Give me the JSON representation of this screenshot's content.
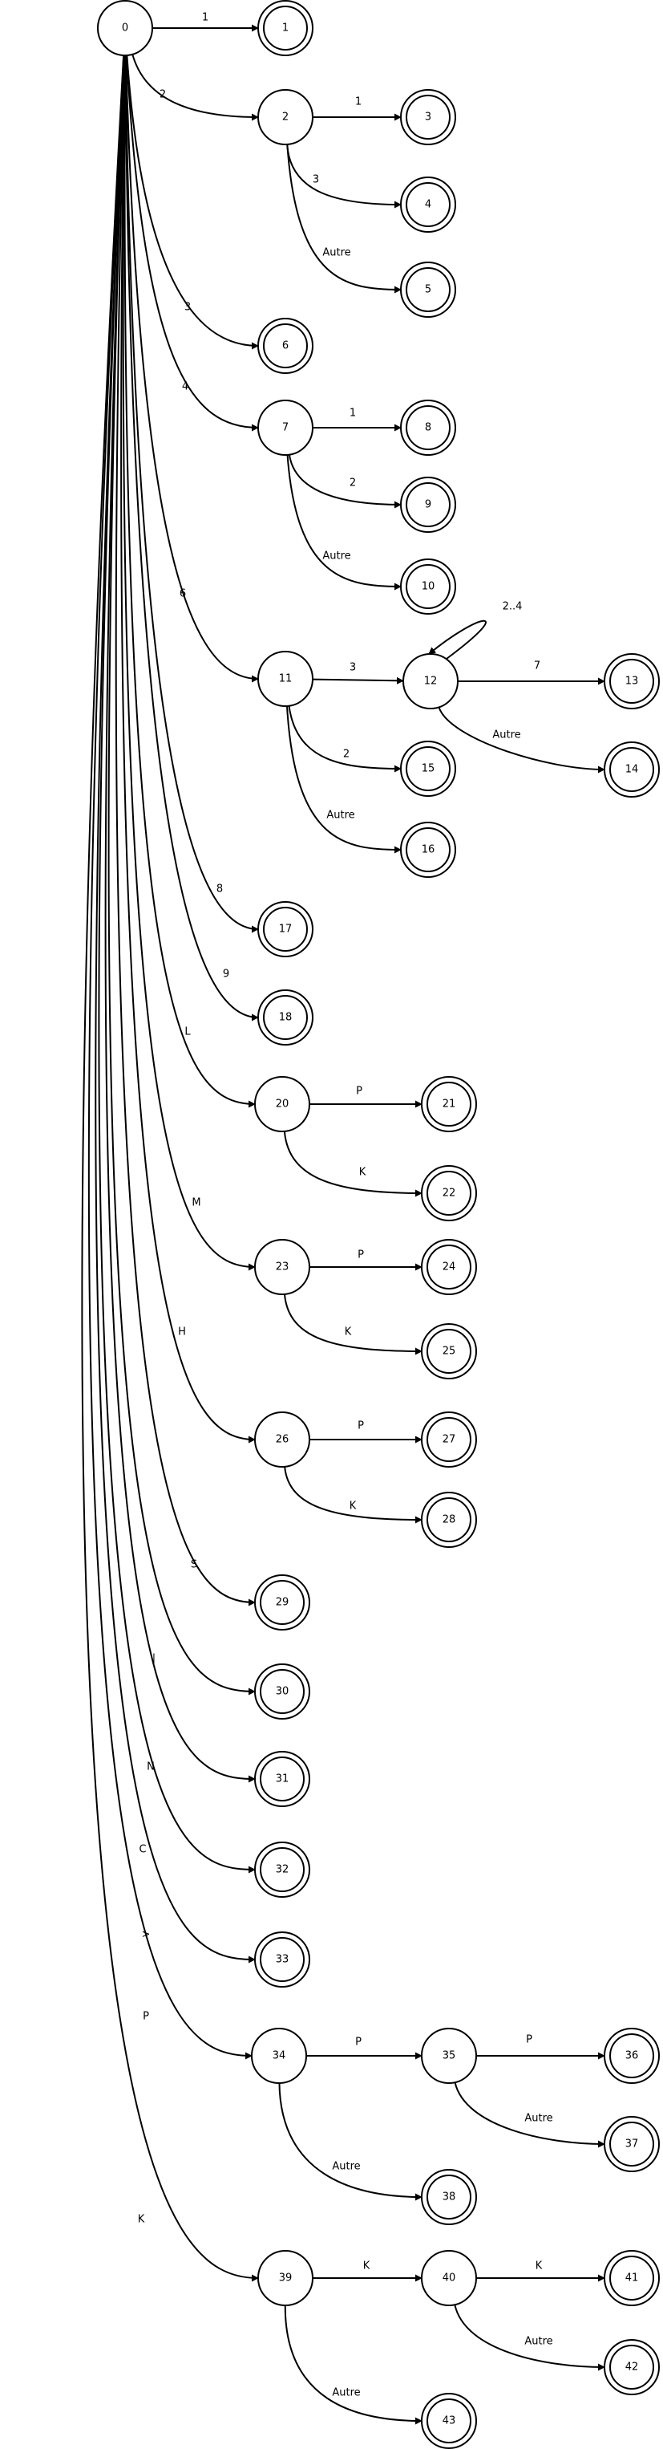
{
  "diagram": {
    "states": [
      {
        "id": "0",
        "label": "0",
        "accepting": false
      },
      {
        "id": "1",
        "label": "1",
        "accepting": true
      },
      {
        "id": "2",
        "label": "2",
        "accepting": false
      },
      {
        "id": "3",
        "label": "3",
        "accepting": true
      },
      {
        "id": "4",
        "label": "4",
        "accepting": true
      },
      {
        "id": "5",
        "label": "5",
        "accepting": true
      },
      {
        "id": "6",
        "label": "6",
        "accepting": true
      },
      {
        "id": "7",
        "label": "7",
        "accepting": false
      },
      {
        "id": "8",
        "label": "8",
        "accepting": true
      },
      {
        "id": "9",
        "label": "9",
        "accepting": true
      },
      {
        "id": "10",
        "label": "10",
        "accepting": true
      },
      {
        "id": "11",
        "label": "11",
        "accepting": false
      },
      {
        "id": "12",
        "label": "12",
        "accepting": false
      },
      {
        "id": "13",
        "label": "13",
        "accepting": true
      },
      {
        "id": "14",
        "label": "14",
        "accepting": true
      },
      {
        "id": "15",
        "label": "15",
        "accepting": true
      },
      {
        "id": "16",
        "label": "16",
        "accepting": true
      },
      {
        "id": "17",
        "label": "17",
        "accepting": true
      },
      {
        "id": "18",
        "label": "18",
        "accepting": true
      },
      {
        "id": "20",
        "label": "20",
        "accepting": false
      },
      {
        "id": "21",
        "label": "21",
        "accepting": true
      },
      {
        "id": "22",
        "label": "22",
        "accepting": true
      },
      {
        "id": "23",
        "label": "23",
        "accepting": false
      },
      {
        "id": "24",
        "label": "24",
        "accepting": true
      },
      {
        "id": "25",
        "label": "25",
        "accepting": true
      },
      {
        "id": "26",
        "label": "26",
        "accepting": false
      },
      {
        "id": "27",
        "label": "27",
        "accepting": true
      },
      {
        "id": "28",
        "label": "28",
        "accepting": true
      },
      {
        "id": "29",
        "label": "29",
        "accepting": true
      },
      {
        "id": "30",
        "label": "30",
        "accepting": true
      },
      {
        "id": "31",
        "label": "31",
        "accepting": true
      },
      {
        "id": "32",
        "label": "32",
        "accepting": true
      },
      {
        "id": "33",
        "label": "33",
        "accepting": true
      },
      {
        "id": "34",
        "label": "34",
        "accepting": false
      },
      {
        "id": "35",
        "label": "35",
        "accepting": false
      },
      {
        "id": "36",
        "label": "36",
        "accepting": true
      },
      {
        "id": "37",
        "label": "37",
        "accepting": true
      },
      {
        "id": "38",
        "label": "38",
        "accepting": true
      },
      {
        "id": "39",
        "label": "39",
        "accepting": false
      },
      {
        "id": "40",
        "label": "40",
        "accepting": false
      },
      {
        "id": "41",
        "label": "41",
        "accepting": true
      },
      {
        "id": "42",
        "label": "42",
        "accepting": true
      },
      {
        "id": "43",
        "label": "43",
        "accepting": true
      }
    ],
    "transitions": [
      {
        "from": "0",
        "to": "1",
        "label": "1"
      },
      {
        "from": "0",
        "to": "2",
        "label": "2"
      },
      {
        "from": "2",
        "to": "3",
        "label": "1"
      },
      {
        "from": "2",
        "to": "4",
        "label": "3"
      },
      {
        "from": "2",
        "to": "5",
        "label": "Autre"
      },
      {
        "from": "0",
        "to": "6",
        "label": "3"
      },
      {
        "from": "0",
        "to": "7",
        "label": "4"
      },
      {
        "from": "7",
        "to": "8",
        "label": "1"
      },
      {
        "from": "7",
        "to": "9",
        "label": "2"
      },
      {
        "from": "7",
        "to": "10",
        "label": "Autre"
      },
      {
        "from": "0",
        "to": "11",
        "label": "6"
      },
      {
        "from": "11",
        "to": "12",
        "label": "3"
      },
      {
        "from": "12",
        "to": "12",
        "label": "2..4"
      },
      {
        "from": "12",
        "to": "13",
        "label": "7"
      },
      {
        "from": "12",
        "to": "14",
        "label": "Autre"
      },
      {
        "from": "11",
        "to": "15",
        "label": "2"
      },
      {
        "from": "11",
        "to": "16",
        "label": "Autre"
      },
      {
        "from": "0",
        "to": "17",
        "label": "8"
      },
      {
        "from": "0",
        "to": "18",
        "label": "9"
      },
      {
        "from": "0",
        "to": "20",
        "label": "L"
      },
      {
        "from": "20",
        "to": "21",
        "label": "P"
      },
      {
        "from": "20",
        "to": "22",
        "label": "K"
      },
      {
        "from": "0",
        "to": "23",
        "label": "M"
      },
      {
        "from": "23",
        "to": "24",
        "label": "P"
      },
      {
        "from": "23",
        "to": "25",
        "label": "K"
      },
      {
        "from": "0",
        "to": "26",
        "label": "H"
      },
      {
        "from": "26",
        "to": "27",
        "label": "P"
      },
      {
        "from": "26",
        "to": "28",
        "label": "K"
      },
      {
        "from": "0",
        "to": "29",
        "label": "S"
      },
      {
        "from": "0",
        "to": "30",
        "label": "|"
      },
      {
        "from": "0",
        "to": "31",
        "label": "N"
      },
      {
        "from": "0",
        "to": "32",
        "label": "C"
      },
      {
        "from": "0",
        "to": "33",
        "label": ">"
      },
      {
        "from": "0",
        "to": "34",
        "label": "P"
      },
      {
        "from": "34",
        "to": "35",
        "label": "P"
      },
      {
        "from": "35",
        "to": "36",
        "label": "P"
      },
      {
        "from": "35",
        "to": "37",
        "label": "Autre"
      },
      {
        "from": "34",
        "to": "38",
        "label": "Autre"
      },
      {
        "from": "0",
        "to": "39",
        "label": "K"
      },
      {
        "from": "39",
        "to": "40",
        "label": "K"
      },
      {
        "from": "40",
        "to": "41",
        "label": "K"
      },
      {
        "from": "40",
        "to": "42",
        "label": "Autre"
      },
      {
        "from": "39",
        "to": "43",
        "label": "Autre"
      }
    ]
  }
}
